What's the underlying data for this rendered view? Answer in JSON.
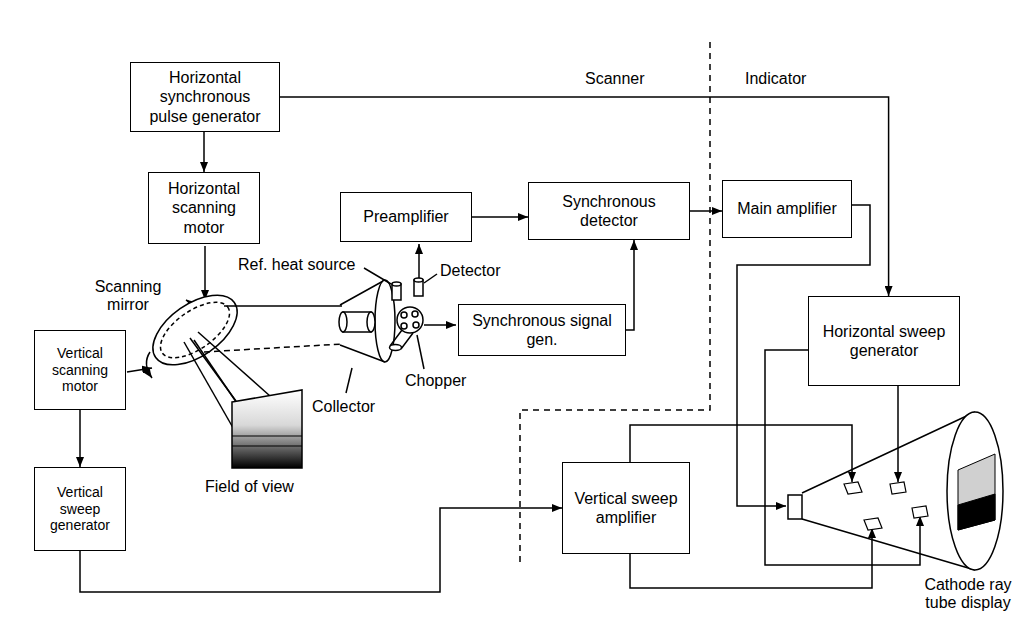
{
  "diagram": {
    "nodes": [
      {
        "text": [
          "Horizontal synchronous pulse generator"
        ]
      },
      {
        "text": [
          "Horizontal scanning motor"
        ]
      },
      {
        "text": [
          "Preamplifier"
        ]
      },
      {
        "text": [
          "Synchronous detector"
        ]
      },
      {
        "text": [
          "Main amplifier"
        ]
      },
      {
        "text": [
          "Synchronous signal gen."
        ]
      },
      {
        "text": [
          "Horizontal sweep generator"
        ]
      },
      {
        "text": [
          "Vertical scanning motor"
        ]
      },
      {
        "text": [
          "Vertical sweep generator"
        ]
      },
      {
        "text": [
          "Vertical sweep amplifier"
        ]
      }
    ],
    "edges": [
      {
        "from": 0,
        "to": 1,
        "arrow": "to"
      },
      {
        "from": 0,
        "to": 6,
        "arrow": "to"
      },
      {
        "from": 2,
        "to": 3,
        "arrow": "to"
      },
      {
        "from": 5,
        "to": 3,
        "arrow": "to"
      },
      {
        "from": 3,
        "to": 4,
        "arrow": "to"
      },
      {
        "from": 7,
        "to": 8,
        "arrow": "to"
      },
      {
        "from": 8,
        "to": 9,
        "arrow": "to"
      }
    ],
    "labels": [
      "Scanner",
      "Indicator",
      "Ref. heat source",
      "Scanning mirror",
      "Detector",
      "Collector",
      "Chopper",
      "Field of view",
      "Cathode ray tube display"
    ]
  }
}
